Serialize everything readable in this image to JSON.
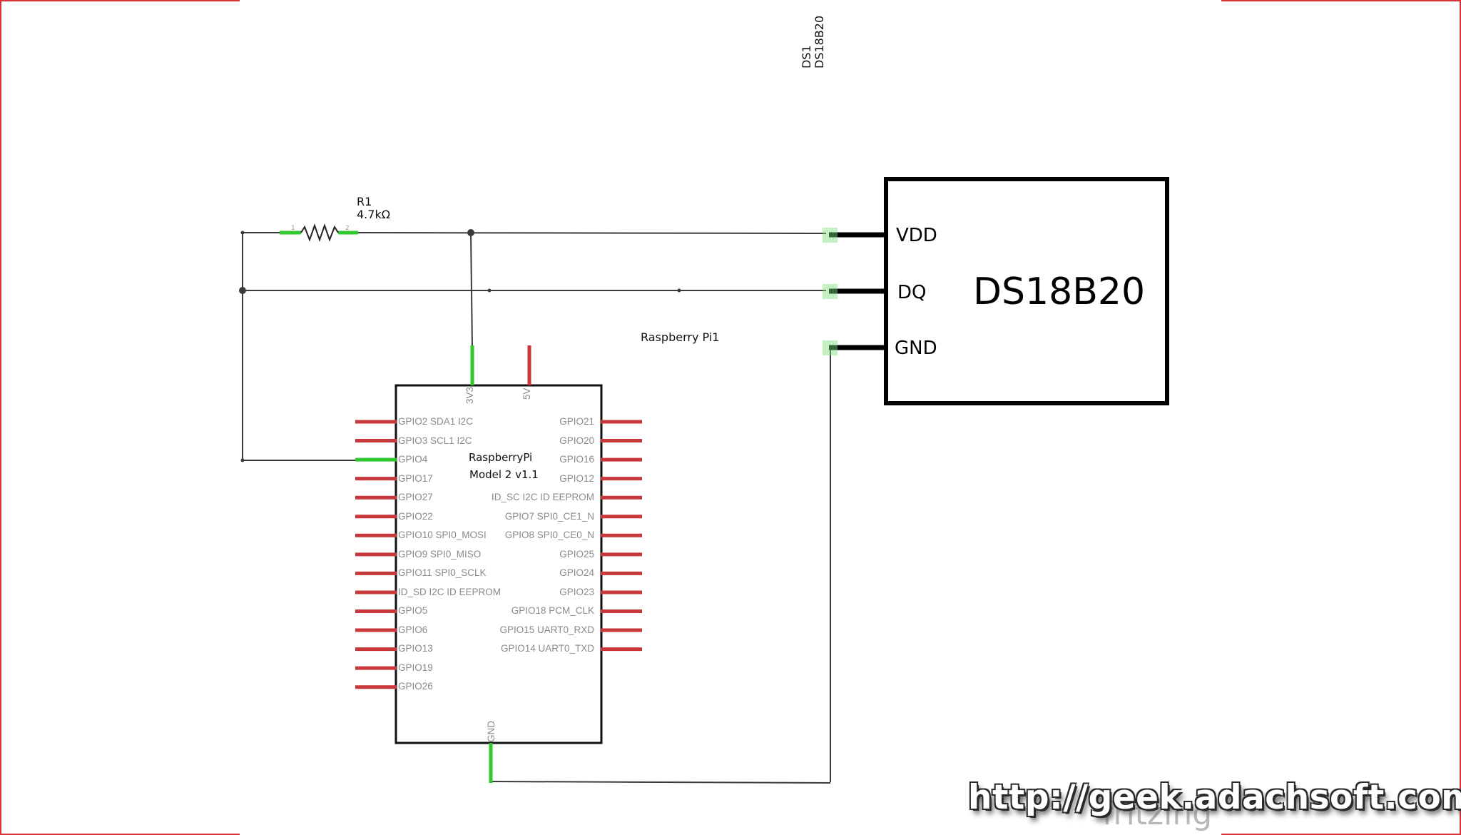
{
  "resistor": {
    "ref": "R1",
    "value": "4.7kΩ",
    "pin1": "1",
    "pin2": "2"
  },
  "sensor": {
    "ref": "DS1",
    "part": "DS18B20",
    "body_label": "DS18B20",
    "pins": [
      "VDD",
      "DQ",
      "GND"
    ]
  },
  "raspberry": {
    "ref": "Raspberry Pi1",
    "title_line1": "RaspberryPi",
    "title_line2": "Model 2 v1.1",
    "top_pins": [
      "3V3",
      "5V"
    ],
    "bottom_pin": "GND",
    "left_pins": [
      "GPIO2 SDA1 I2C",
      "GPIO3 SCL1 I2C",
      "GPIO4",
      "GPIO17",
      "GPIO27",
      "GPIO22",
      "GPIO10 SPI0_MOSI",
      "GPIO9 SPI0_MISO",
      "GPIO11 SPI0_SCLK",
      "ID_SD I2C ID EEPROM",
      "GPIO5",
      "GPIO6",
      "GPIO13",
      "GPIO19",
      "GPIO26"
    ],
    "right_pins": [
      "GPIO21",
      "GPIO20",
      "GPIO16",
      "GPIO12",
      "ID_SC I2C ID EEPROM",
      "GPIO7 SPI0_CE1_N",
      "GPIO8 SPI0_CE0_N",
      "GPIO25",
      "GPIO24",
      "GPIO23",
      "GPIO18 PCM_CLK",
      "GPIO15 UART0_RXD",
      "GPIO14 UART0_TXD"
    ]
  },
  "watermark": {
    "url": "http://geek.adachsoft.com",
    "brand": "fritzing"
  },
  "colors": {
    "pin_unconnected": "#c8373a",
    "pin_connected": "#2fc92f",
    "frame": "#d9333a"
  }
}
